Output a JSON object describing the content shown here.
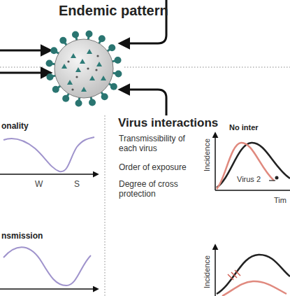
{
  "diagram": {
    "title": "Endemic pattern",
    "labels": [
      "onality",
      "W",
      "S",
      "nsmission",
      "Virus interactions",
      "Transmissibility of each virus",
      "Order of exposure",
      "Degree of cross protection",
      "No inter",
      "Incidence",
      "Virus 2",
      "Tim",
      "Incidence"
    ]
  }
}
